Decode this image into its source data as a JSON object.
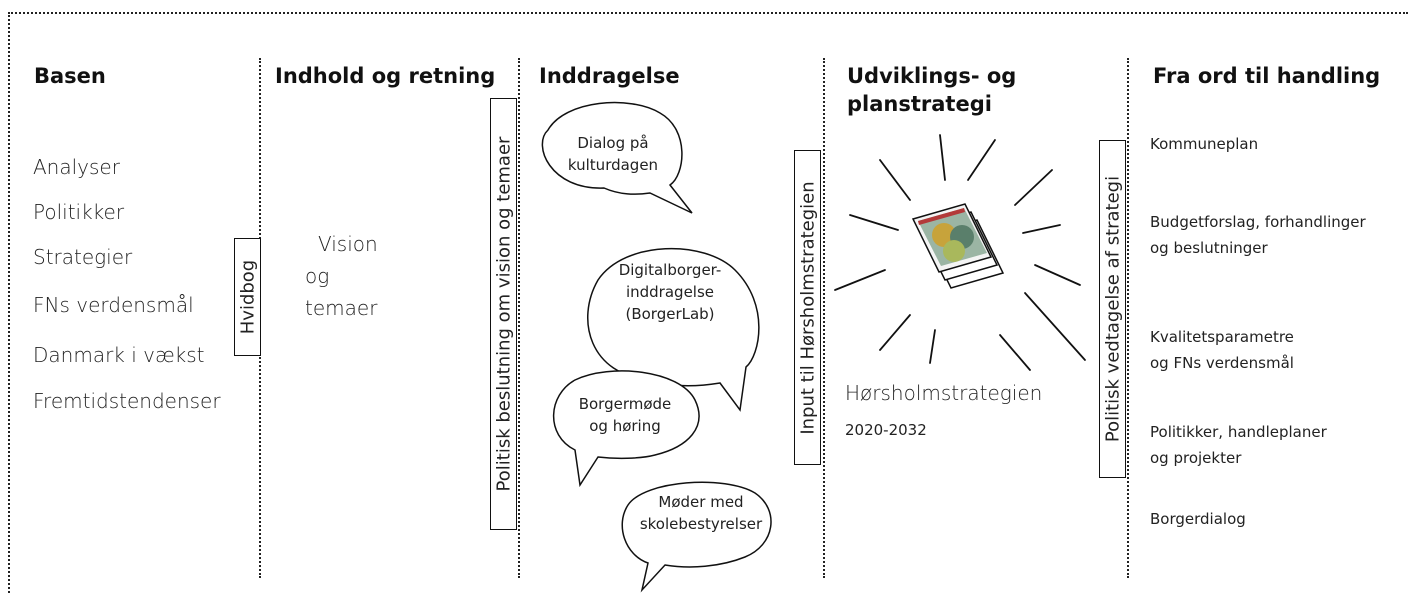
{
  "columns": [
    {
      "title": "Basen",
      "items": [
        "Analyser",
        "Politikker",
        "Strategier",
        "FNs verdensmål",
        "Danmark i vækst",
        "Fremtidstendenser"
      ],
      "box_label": "Hvidbog"
    },
    {
      "title": "Indhold og retning",
      "items": [
        "Vision",
        "og",
        "temaer"
      ],
      "box_label": "Politisk beslutning om vision og temaer"
    },
    {
      "title": "Inddragelse",
      "bubbles": [
        {
          "lines": [
            "Dialog på",
            "kulturdagen"
          ]
        },
        {
          "lines": [
            "Digitalborger-",
            "inddragelse",
            "(BorgerLab)"
          ]
        },
        {
          "lines": [
            "Borgermøde",
            "og høring"
          ]
        },
        {
          "lines": [
            "Møder med",
            "skolebestyrelser"
          ]
        }
      ],
      "box_label": "Input til Hørsholmstrategien"
    },
    {
      "title_lines": [
        "Udviklings- og",
        "planstrategi"
      ],
      "doc_icon": "strategy-document-icon",
      "name": "Hørsholmstrategien",
      "period": "2020-2032",
      "box_label": "Politisk vedtagelse af strategi"
    },
    {
      "title": "Fra ord til handling",
      "items": [
        [
          "Kommuneplan"
        ],
        [
          "Budgetforslag, forhandlinger",
          "og beslutninger"
        ],
        [
          "Kvalitetsparametre",
          "og FNs verdensmål"
        ],
        [
          "Politikker, handleplaner",
          "og projekter"
        ],
        [
          "Borgerdialog"
        ]
      ]
    }
  ],
  "colors": {
    "line": "#222222",
    "text": "#222222",
    "background": "#ffffff"
  }
}
